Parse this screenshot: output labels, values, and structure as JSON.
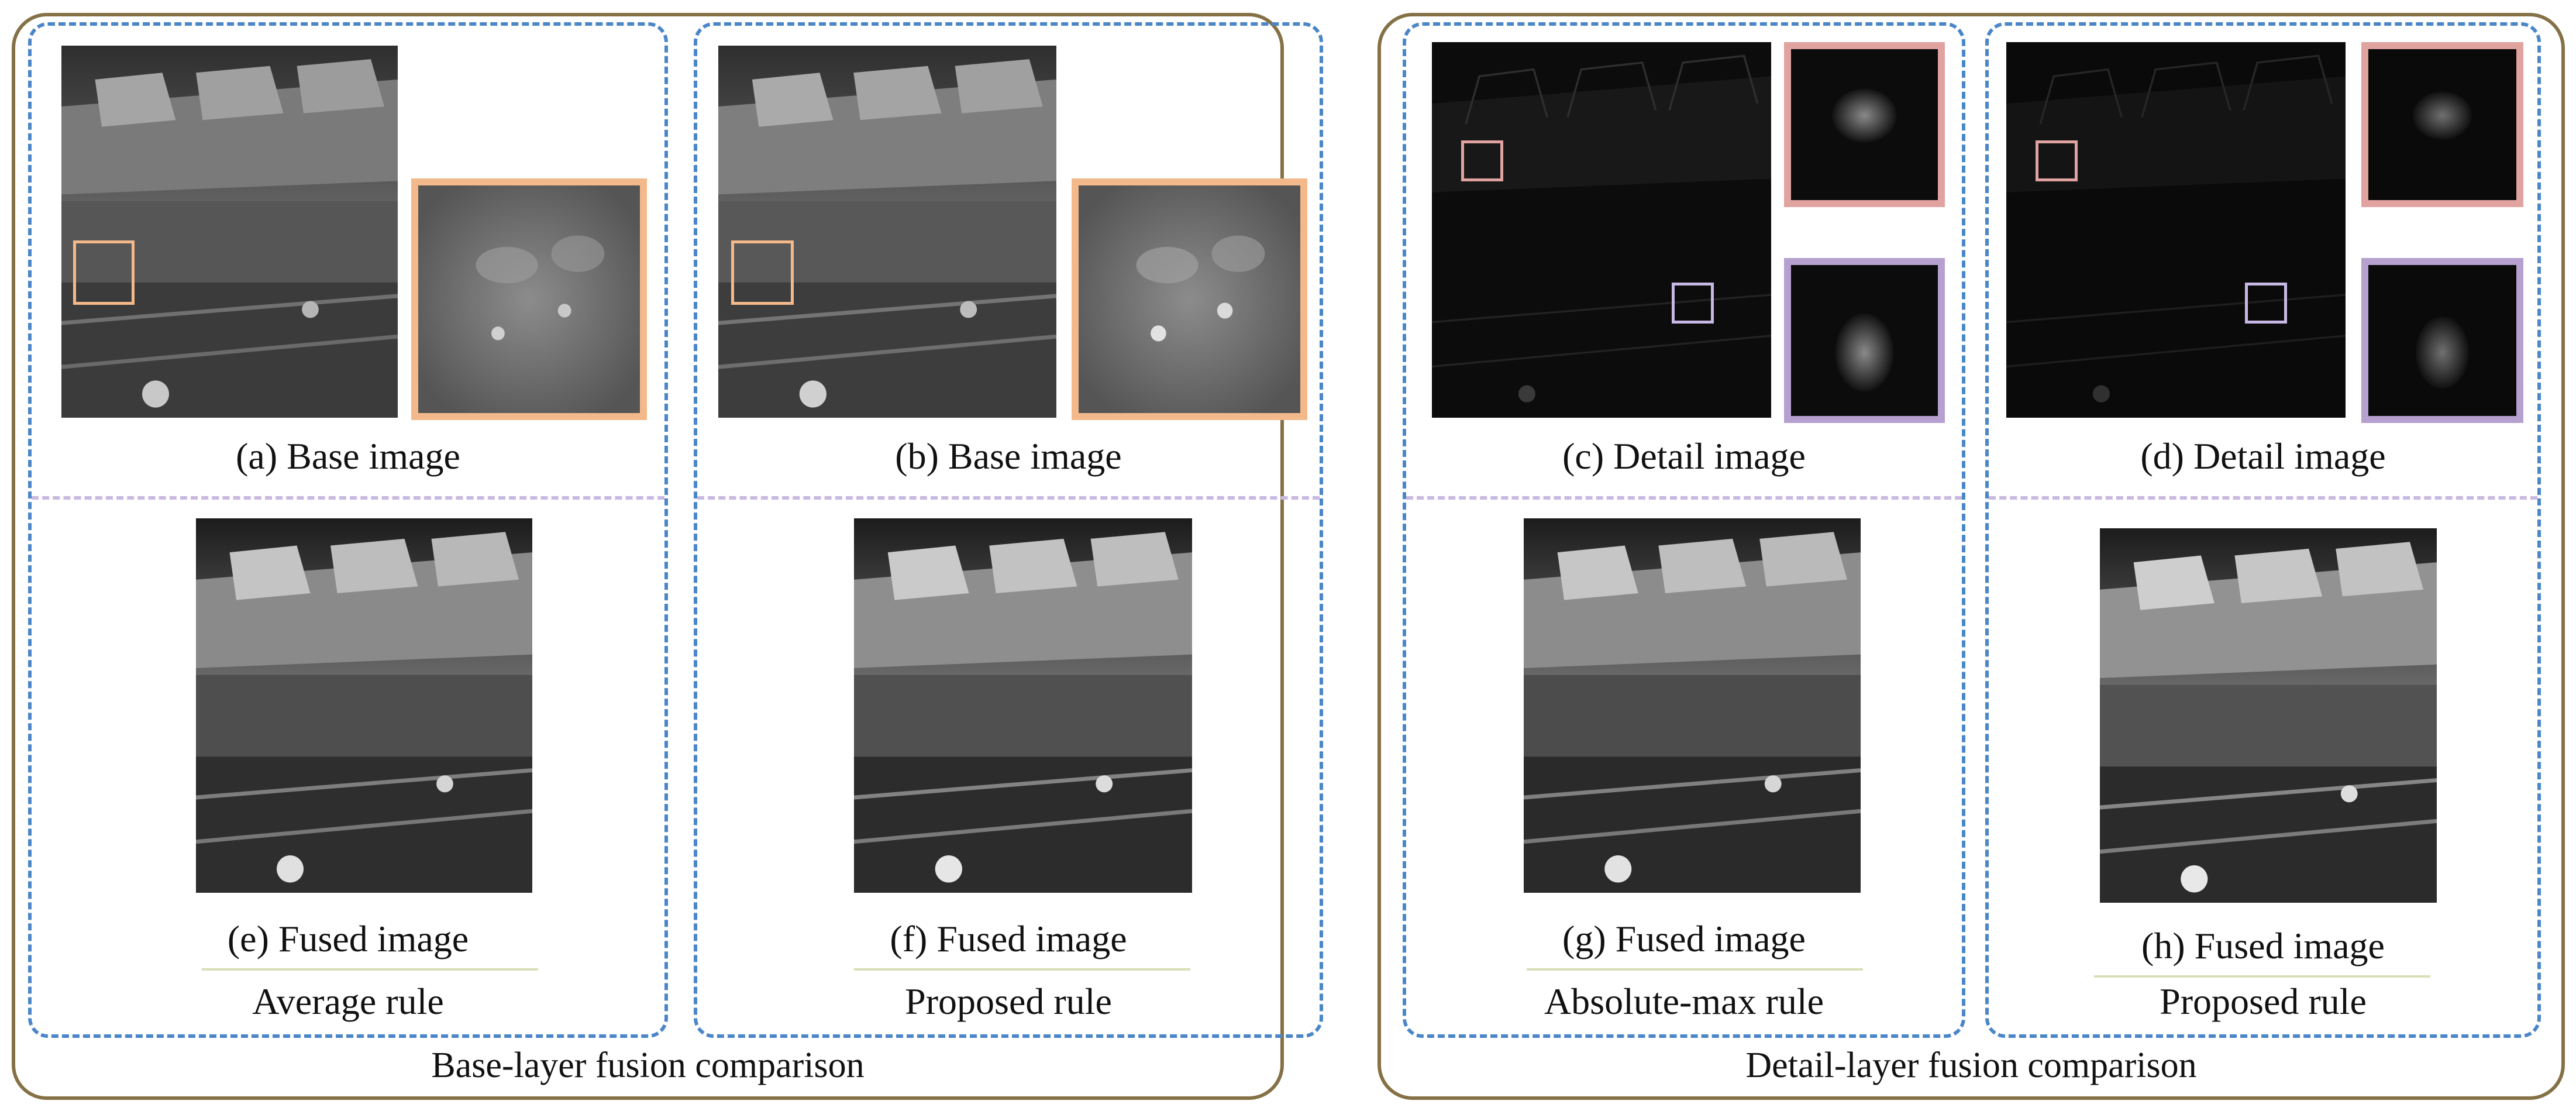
{
  "groups": {
    "base": {
      "title": "Base-layer fusion comparison"
    },
    "detail": {
      "title": "Detail-layer fusion comparison"
    }
  },
  "panels": {
    "a": {
      "caption": "(a) Base image"
    },
    "b": {
      "caption": "(b) Base image"
    },
    "c": {
      "caption": "(c) Detail image"
    },
    "d": {
      "caption": "(d) Detail image"
    },
    "e": {
      "caption": "(e) Fused image",
      "rule": "Average rule"
    },
    "f": {
      "caption": "(f) Fused image",
      "rule": "Proposed rule"
    },
    "g": {
      "caption": "(g) Fused image",
      "rule": "Absolute-max rule"
    },
    "h": {
      "caption": "(h) Fused image",
      "rule": "Proposed rule"
    }
  },
  "colors": {
    "group_border": "#857146",
    "cell_border": "#4a86c8",
    "separator": "#c9b8e0",
    "zoom_orange": "#f4b98a",
    "zoom_pink": "#e0a3a0",
    "zoom_purple": "#b6a0d0"
  }
}
